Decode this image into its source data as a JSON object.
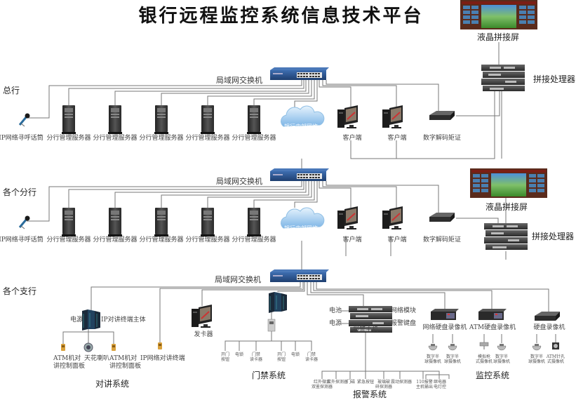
{
  "title": "银行远程监控系统信息技术平台",
  "colors": {
    "line": "#777777",
    "switch_body": "#2f5b9a",
    "cloud": "#9cc8ee",
    "cloud_text": "#ffffff",
    "server": "#3a3a3a",
    "screen_frame": "#5a2b1c"
  },
  "sections": {
    "hq": "总行",
    "branch": "各个分行",
    "subbranch": "各个支行"
  },
  "hq": {
    "switch_label": "局域网交换机",
    "cloud_label": "银行内部网络",
    "mic_label": "IP网络寻呼话筒",
    "servers": [
      "分行管理服务器",
      "分行管理服务器",
      "分行管理服务器",
      "分行管理服务器",
      "分行管理服务器"
    ],
    "clients": [
      "客户端",
      "客户端"
    ],
    "decoder": "数字解码矩证",
    "lcd": "液晶拼接屏",
    "processor": "拼接处理器"
  },
  "branch": {
    "switch_label": "局域网交换机",
    "cloud_label": "银行内部网络",
    "mic_label": "IP网络寻呼话筒",
    "servers": [
      "分行管理服务器",
      "分行管理服务器",
      "分行管理服务器",
      "分行管理服务器",
      "分行管理服务器"
    ],
    "clients": [
      "客户端",
      "客户端"
    ],
    "decoder": "数字解码矩证",
    "lcd": "液晶拼接屏",
    "processor": "拼接处理器"
  },
  "subbranch": {
    "switch_label": "局域网交换机",
    "intercom": {
      "system": "对讲系统",
      "power": "电源",
      "host": "IP对讲终端主体",
      "atm_panel_1": [
        "ATM机对",
        "讲控制面板"
      ],
      "speaker": "天花喇叭",
      "atm_panel_2": [
        "ATM机对",
        "讲控制面板"
      ],
      "ip_terminal": "IP网络对讲终端"
    },
    "card_issuer": "发卡器",
    "access": {
      "system": "门禁系统",
      "devices": [
        [
          "开门",
          "按钮"
        ],
        [
          "电锁",
          ""
        ],
        [
          "门禁",
          "读卡器"
        ],
        [
          "开门",
          "按钮"
        ],
        [
          "电锁",
          ""
        ],
        [
          "门禁",
          "读卡器"
        ]
      ]
    },
    "alarm": {
      "system": "报警系统",
      "host": "报警主机",
      "battery": "电池",
      "power": "电源",
      "net_module": "网络模块",
      "keyboard": "报警键盘",
      "sensors": [
        [
          "红外微波",
          "双鉴探测器"
        ],
        [
          "红外探测器",
          ""
        ],
        [
          "门磁",
          ""
        ],
        [
          "紧急按钮",
          ""
        ],
        [
          "玻璃破",
          "碎探测器"
        ],
        [
          "震动探测器",
          ""
        ],
        [
          "110报警",
          "主机输出"
        ],
        [
          "继电器",
          "电灯控"
        ]
      ]
    },
    "monitor": {
      "system": "监控系统",
      "nvr": "网络硬盘录像机",
      "atm_dvr": "ATM硬盘录像机",
      "dvr": "硬盘录像机",
      "cameras": [
        [
          "数字半",
          "球摄像机"
        ],
        [
          "数字半",
          "球摄像机"
        ],
        [
          "模拟枪",
          "式摄像机"
        ],
        [
          "数字半",
          "球摄像机"
        ],
        [
          "数字半",
          "球摄像机"
        ],
        [
          "ATM针孔",
          "式摄像机"
        ]
      ]
    }
  }
}
